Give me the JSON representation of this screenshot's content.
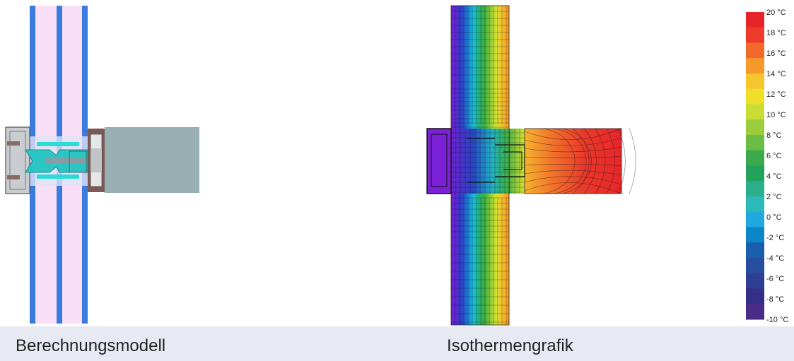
{
  "captions": {
    "left": "Berechnungsmodell",
    "right": "Isothermengrafik"
  },
  "legend": {
    "labels": [
      "20 °C",
      "18 °C",
      "16 °C",
      "14 °C",
      "12 °C",
      "10 °C",
      "8 °C",
      "6 °C",
      "4 °C",
      "2 °C",
      "0 °C",
      "-2 °C",
      "-4 °C",
      "-6 °C",
      "-8 °C",
      "-10 °C"
    ],
    "colors": [
      "#e8242b",
      "#ee3a2c",
      "#f26a2b",
      "#f59a2a",
      "#f7c52e",
      "#eddf2a",
      "#c9dd35",
      "#9bcc3b",
      "#6cbd45",
      "#3aaa4c",
      "#22a25a",
      "#2aaf8a",
      "#2cb9b8",
      "#1fa9df",
      "#0b86c8",
      "#1a5fae",
      "#274d9f",
      "#2e3e93",
      "#343089",
      "#4a2b88"
    ]
  },
  "colors": {
    "glass_blue": "#3b7be0",
    "glass_pink": "#f9dff6",
    "frame_grey": "#c9ccd0",
    "dark_frame": "#7b5a55",
    "insulation": "#9aafb2",
    "seal_cyan": "#2bc6c4",
    "hot": "#e8242b",
    "cold": "#6a1fd0"
  },
  "icons": [
    "model-drawing",
    "isotherm-graphic"
  ]
}
